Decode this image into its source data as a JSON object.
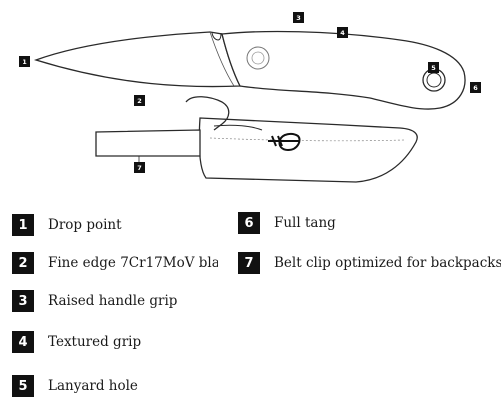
{
  "diagram": {
    "callouts": [
      "1",
      "2",
      "3",
      "4",
      "5",
      "6",
      "7"
    ]
  },
  "legend": [
    {
      "number": "1",
      "label": "Drop point"
    },
    {
      "number": "2",
      "label": "Fine edge 7Cr17MoV bla"
    },
    {
      "number": "3",
      "label": "Raised handle grip"
    },
    {
      "number": "4",
      "label": "Textured grip"
    },
    {
      "number": "5",
      "label": "Lanyard hole"
    },
    {
      "number": "6",
      "label": "Full tang"
    },
    {
      "number": "7",
      "label": "Belt clip optimized for backpacks"
    }
  ]
}
